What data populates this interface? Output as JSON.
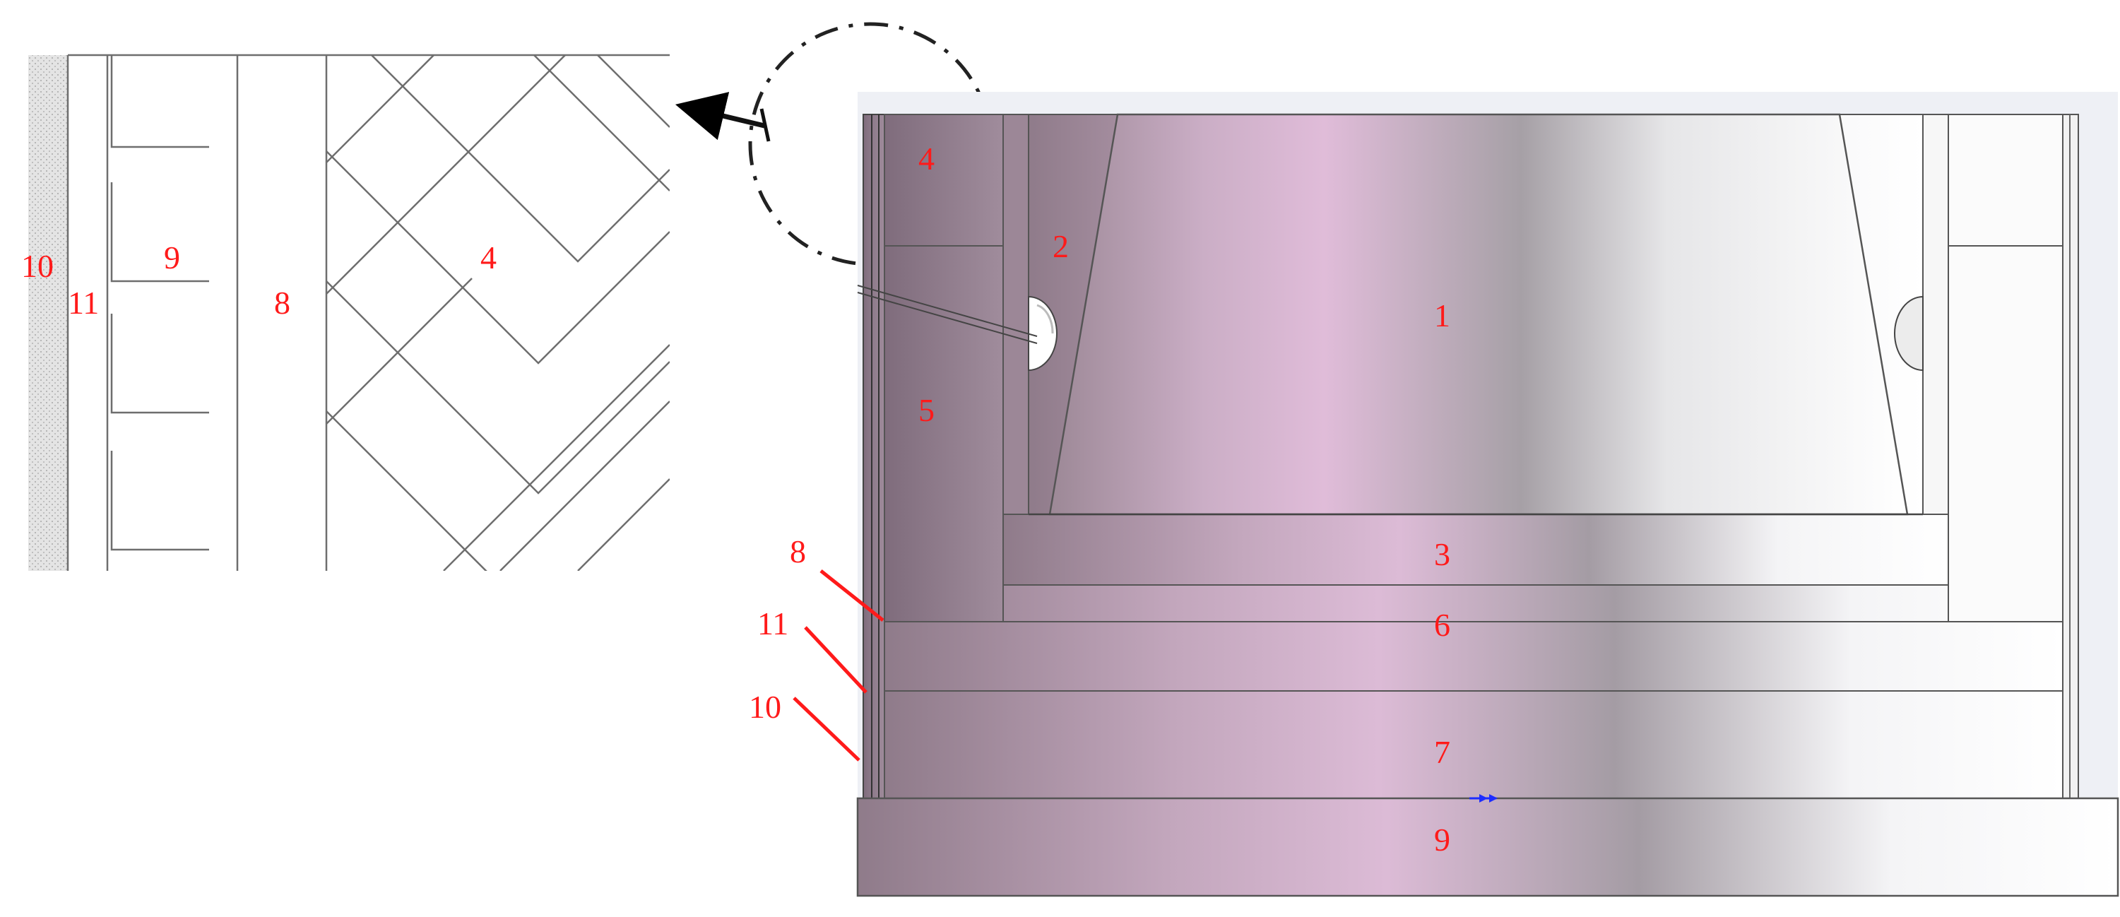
{
  "detail_labels": {
    "insulation_outer": "10",
    "insulation_inner": "11",
    "base_layer": "9",
    "lining_layer": "8",
    "brick_layer": "4"
  },
  "main_labels": {
    "crucible": "1",
    "wedge": "2",
    "bottom_block": "3",
    "side_brick": "4",
    "side_wall": "5",
    "layer_6": "6",
    "layer_7": "7",
    "base_plate": "9",
    "callout_8": "8",
    "callout_11": "11",
    "callout_10": "10"
  },
  "colors": {
    "label": "#ff1a1a",
    "outline": "#555555",
    "metal_left": "#9a8694",
    "metal_pink": "#d9b6d2",
    "metal_right": "#ffffff"
  }
}
